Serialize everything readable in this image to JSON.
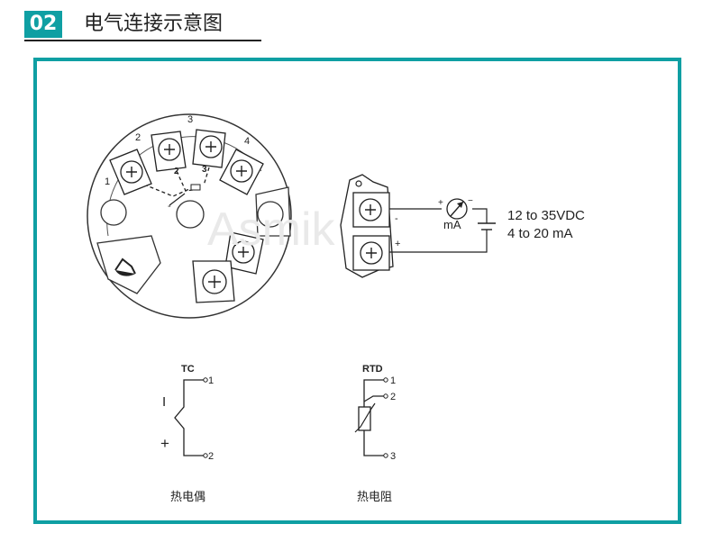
{
  "header": {
    "section_number": "02",
    "title": "电气连接示意图"
  },
  "colors": {
    "accent": "#0f9fa3"
  },
  "head_terminal_labels": [
    "1",
    "2",
    "3",
    "4"
  ],
  "head_inner_labels": [
    "2",
    "3"
  ],
  "head_polarity": {
    "minus": "-",
    "plus": "+"
  },
  "watermark": "Asmik",
  "output": {
    "minus": "-",
    "plus": "+",
    "meter_plus": "+",
    "meter_minus": "−",
    "meter_unit": "mA",
    "supply": "12 to 35VDC",
    "signal": "4 to 20 mA"
  },
  "tc": {
    "label": "TC",
    "pin1": "1",
    "pin2": "2",
    "minus": "I",
    "plus": "+",
    "caption": "热电偶"
  },
  "rtd": {
    "label": "RTD",
    "pin1": "1",
    "pin2": "2",
    "pin3": "3",
    "caption": "热电阻"
  }
}
